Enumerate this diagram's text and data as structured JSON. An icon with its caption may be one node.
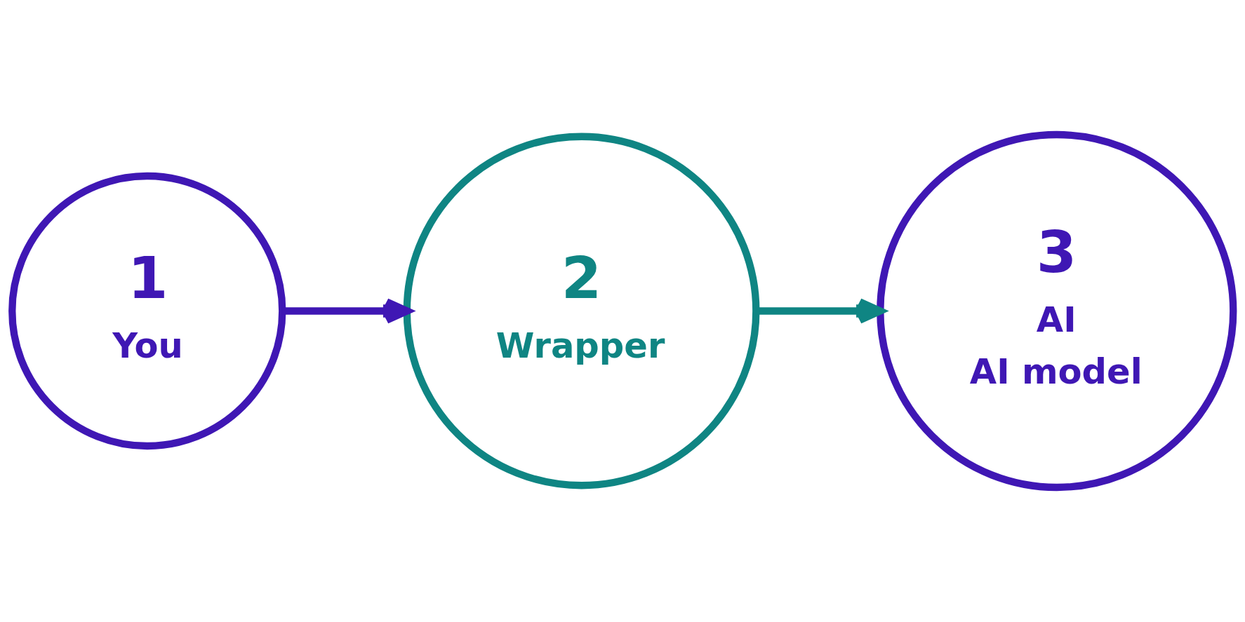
{
  "diagram": {
    "nodes": [
      {
        "text": [
          "1",
          "You"
        ]
      },
      {
        "text": [
          "2",
          "Wrapper"
        ]
      },
      {
        "text": [
          "3",
          "AI",
          "AI model"
        ]
      }
    ],
    "edges": [
      {
        "from": 0,
        "to": 1,
        "arrow": "to",
        "color": "#3f17b4"
      },
      {
        "from": 1,
        "to": 2,
        "arrow": "to",
        "color": "#0f8583"
      }
    ]
  }
}
